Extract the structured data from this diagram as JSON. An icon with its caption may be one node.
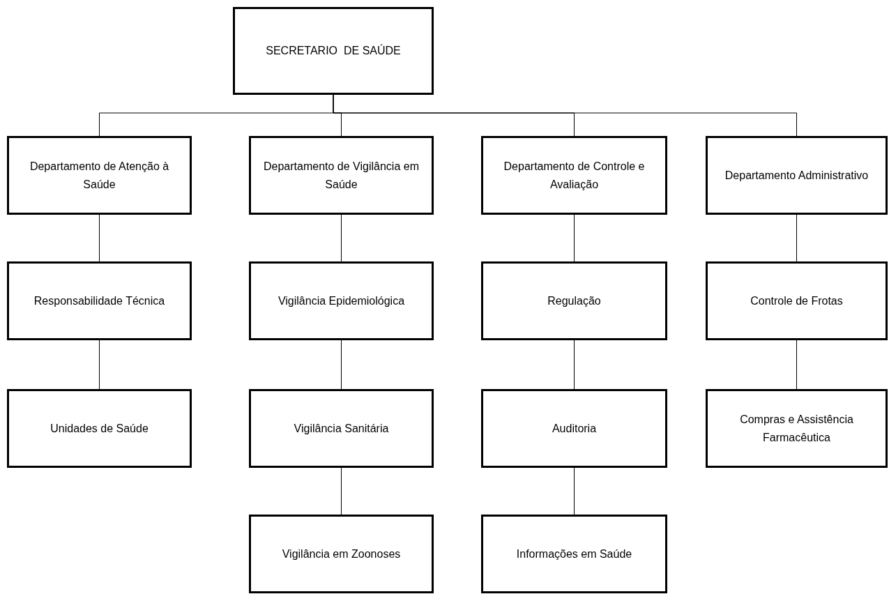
{
  "diagram": {
    "nodes": [
      {
        "text": [
          "SECRETARIO  DE SAÚDE"
        ]
      },
      {
        "text": [
          "Departamento de Atenção à Saúde"
        ]
      },
      {
        "text": [
          "Departamento de Vigilância em Saúde"
        ]
      },
      {
        "text": [
          "Departamento de Controle e Avaliação"
        ]
      },
      {
        "text": [
          "Departamento Administrativo"
        ]
      },
      {
        "text": [
          "Responsabilidade Técnica"
        ]
      },
      {
        "text": [
          "Vigilância Epidemiológica"
        ]
      },
      {
        "text": [
          "Regulação"
        ]
      },
      {
        "text": [
          "Controle de Frotas"
        ]
      },
      {
        "text": [
          "Unidades de Saúde"
        ]
      },
      {
        "text": [
          "Vigilância Sanitária"
        ]
      },
      {
        "text": [
          "Auditoria"
        ]
      },
      {
        "text": [
          "Compras e Assistência Farmacêutica"
        ]
      },
      {
        "text": [
          "Vigilância em Zoonoses"
        ]
      },
      {
        "text": [
          "Informações em Saúde"
        ]
      }
    ],
    "edges": [
      {
        "from": 0,
        "to": 1,
        "arrow": "none"
      },
      {
        "from": 0,
        "to": 2,
        "arrow": "none"
      },
      {
        "from": 0,
        "to": 3,
        "arrow": "none"
      },
      {
        "from": 0,
        "to": 4,
        "arrow": "none"
      },
      {
        "from": 1,
        "to": 5,
        "arrow": "none"
      },
      {
        "from": 5,
        "to": 9,
        "arrow": "none"
      },
      {
        "from": 2,
        "to": 6,
        "arrow": "none"
      },
      {
        "from": 6,
        "to": 10,
        "arrow": "none"
      },
      {
        "from": 10,
        "to": 13,
        "arrow": "none"
      },
      {
        "from": 3,
        "to": 7,
        "arrow": "none"
      },
      {
        "from": 7,
        "to": 11,
        "arrow": "none"
      },
      {
        "from": 11,
        "to": 14,
        "arrow": "none"
      },
      {
        "from": 4,
        "to": 8,
        "arrow": "none"
      },
      {
        "from": 8,
        "to": 12,
        "arrow": "none"
      }
    ]
  }
}
